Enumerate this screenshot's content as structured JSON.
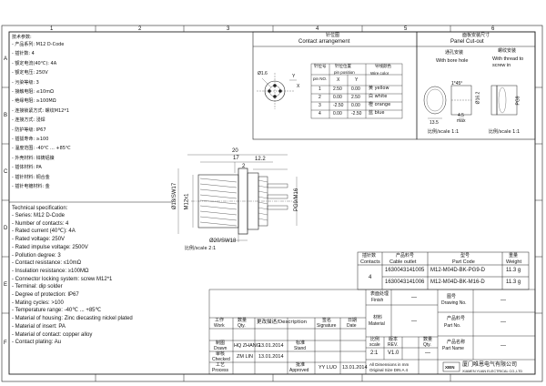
{
  "zones": {
    "top": [
      "1",
      "2",
      "3",
      "4",
      "5",
      "6"
    ],
    "left": [
      "A",
      "B",
      "C",
      "D",
      "E",
      "F"
    ]
  },
  "spec_cn": {
    "title": "技术参数:",
    "items": [
      "- 产品系列: M12 D-Code",
      "- 插针数: 4",
      "- 额定电流(40℃): 4A",
      "- 额定电压: 250V",
      "- 污染等级: 3",
      "- 接触电阻: ≤10mΩ",
      "- 绝缘电阻: ≥100MΩ",
      "- 连接锁紧方式: 螺纹M12*1",
      "- 连接方式: 浸焊",
      "- 防护等级: IP67",
      "- 插拔寿命: ≥100",
      "- 温度范围: -40℃ ... +85℃",
      "- 外壳材料: 锌铸铝镍",
      "- 插体材料: PA",
      "- 插针材料: 铜合金",
      "- 插针电镀材料: 金"
    ]
  },
  "spec_en": {
    "title": "Technical specification:",
    "items": [
      "- Series: M12 D-Code",
      "- Number of contacts: 4",
      "- Rated current (40℃): 4A",
      "- Rated voltage: 250V",
      "- Rated impulse voltage: 2500V",
      "- Pollution degree: 3",
      "- Contact resistance: ≤10mΩ",
      "- Insulation resistance: ≥100MΩ",
      "- Connector locking system: screw M12*1",
      "- Terminal: dip solder",
      "- Degree of protection: IP67",
      "- Mating cycles: >100",
      "- Temperature range: -40℃ ... +85℃",
      "- Material of housing: Zinc diecasting nickel plated",
      "- Material of insert: PA",
      "- Material of contact: copper alloy",
      "- Contact plating: Au"
    ]
  },
  "contact_arrangement": {
    "title_cn": "针位图",
    "title_en": "Contact arrangement",
    "labels": {
      "d": "Ø1.6",
      "x": "X",
      "y": "Y"
    },
    "table": {
      "headers_cn": [
        "针位号",
        "针位位置",
        "导线颜色"
      ],
      "headers_en": [
        "pin NO.",
        "pin position",
        "Wire color"
      ],
      "sub": [
        "X",
        "Y"
      ],
      "rows": [
        {
          "pin": "1",
          "x": "2.50",
          "y": "0.00",
          "color": "黄 yellow"
        },
        {
          "pin": "2",
          "x": "0.00",
          "y": "2.50",
          "color": "白 white"
        },
        {
          "pin": "3",
          "x": "-2.50",
          "y": "0.00",
          "color": "橙 orange"
        },
        {
          "pin": "4",
          "x": "0.00",
          "y": "-2.50",
          "color": "蓝 blue"
        }
      ]
    }
  },
  "panel_cutout": {
    "title_cn": "面板安装尺寸",
    "title_en": "Panel Cut-out",
    "left_cn": "通孔安装",
    "left_en": "With bore hole",
    "right_cn": "螺纹安装",
    "right_en": "With thread to screw in",
    "dims": {
      "chamfer": "1*45°",
      "d16": "Ø16.2",
      "w": "13.5",
      "t": "4.5",
      "tmax": "max",
      "thread": "PG9"
    },
    "scale_left": "比例/scale 1:1",
    "scale_right": "比例/scale 1:1"
  },
  "main_drawing": {
    "dims": {
      "d20": "20",
      "d17": "17",
      "d122": "12.2",
      "d2": "2",
      "sw17": "Ø18/SW17",
      "m12": "M12x1",
      "pg9": "PG9/M16",
      "sw18": "Ø20/SW18"
    },
    "scale": "比例/scale 2:1"
  },
  "parts": {
    "headers": [
      {
        "cn": "插针数",
        "en": "Contacts"
      },
      {
        "cn": "产品料号",
        "en": "Cable outlet"
      },
      {
        "cn": "型号",
        "en": "Part Code"
      },
      {
        "cn": "重量",
        "en": "Weight"
      }
    ],
    "contacts": "4",
    "rows": [
      {
        "code": "1630043141005",
        "part": "M12-M04D-BK-PG9-D",
        "weight": "11.3 g"
      },
      {
        "code": "1630043141006",
        "part": "M12-M04D-BK-M16-D",
        "weight": "11.3 g"
      }
    ]
  },
  "title_block": {
    "rev_row": {
      "work_cn": "工作",
      "work_en": "Work",
      "qty_cn": "数量",
      "qty_en": "Qty.",
      "desc_cn": "更改描述/Description",
      "sign_cn": "签名",
      "sign_en": "Signature",
      "date_cn": "日期",
      "date_en": "Date"
    },
    "drawn": {
      "cn": "制图",
      "en": "Drawn",
      "name": "HQ ZHANG",
      "date": "13.01.2014",
      "std_cn": "标准",
      "std_en": "Stand"
    },
    "checked": {
      "cn": "审核",
      "en": "Checked",
      "name": "ZM LIN",
      "date": "13.01.2014"
    },
    "process": {
      "cn": "工艺",
      "en": "Process",
      "appr_cn": "批准",
      "appr_en": "Approved",
      "appr_name": "YY LUO",
      "appr_date": "13.01.2014"
    },
    "surface": {
      "cn": "表面处理",
      "en": "Finish",
      "value": "—"
    },
    "material": {
      "cn": "材料",
      "en": "Material",
      "value": "—"
    },
    "scale_rev": {
      "scale_cn": "比例",
      "scale_en": "scale",
      "rev_cn": "版本",
      "rev_en": "REV.",
      "qty_cn": "数量",
      "qty_en": "Qty.",
      "scale": "2:1",
      "rev": "V1.0",
      "qty": "—"
    },
    "drawing_no": {
      "cn": "图号",
      "en": "Drawing No.",
      "value": "—"
    },
    "part_no": {
      "cn": "产品料号",
      "en": "Part No.",
      "value": "—"
    },
    "part_name": {
      "cn": "产品名称",
      "en": "Part Name",
      "value": "—"
    },
    "note": {
      "l1": "All Dimensions in mm",
      "l2": "Original Size DIN A 4"
    },
    "logo_text": "XIEN",
    "company_cn": "厦门唯恩电气有限公司",
    "company_en": "XIAMEN YUAN ELECTRICAL CO.,LTD"
  }
}
